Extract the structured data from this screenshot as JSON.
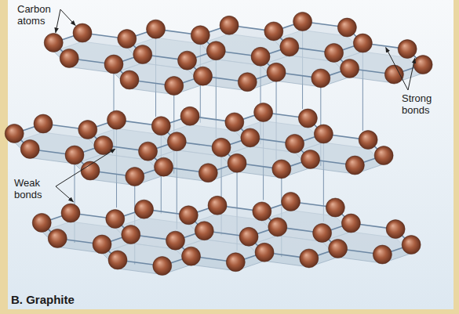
{
  "diagram": {
    "caption": "B. Graphite",
    "labels": [
      "Carbon atoms",
      "Strong bonds",
      "Weak bonds"
    ]
  }
}
